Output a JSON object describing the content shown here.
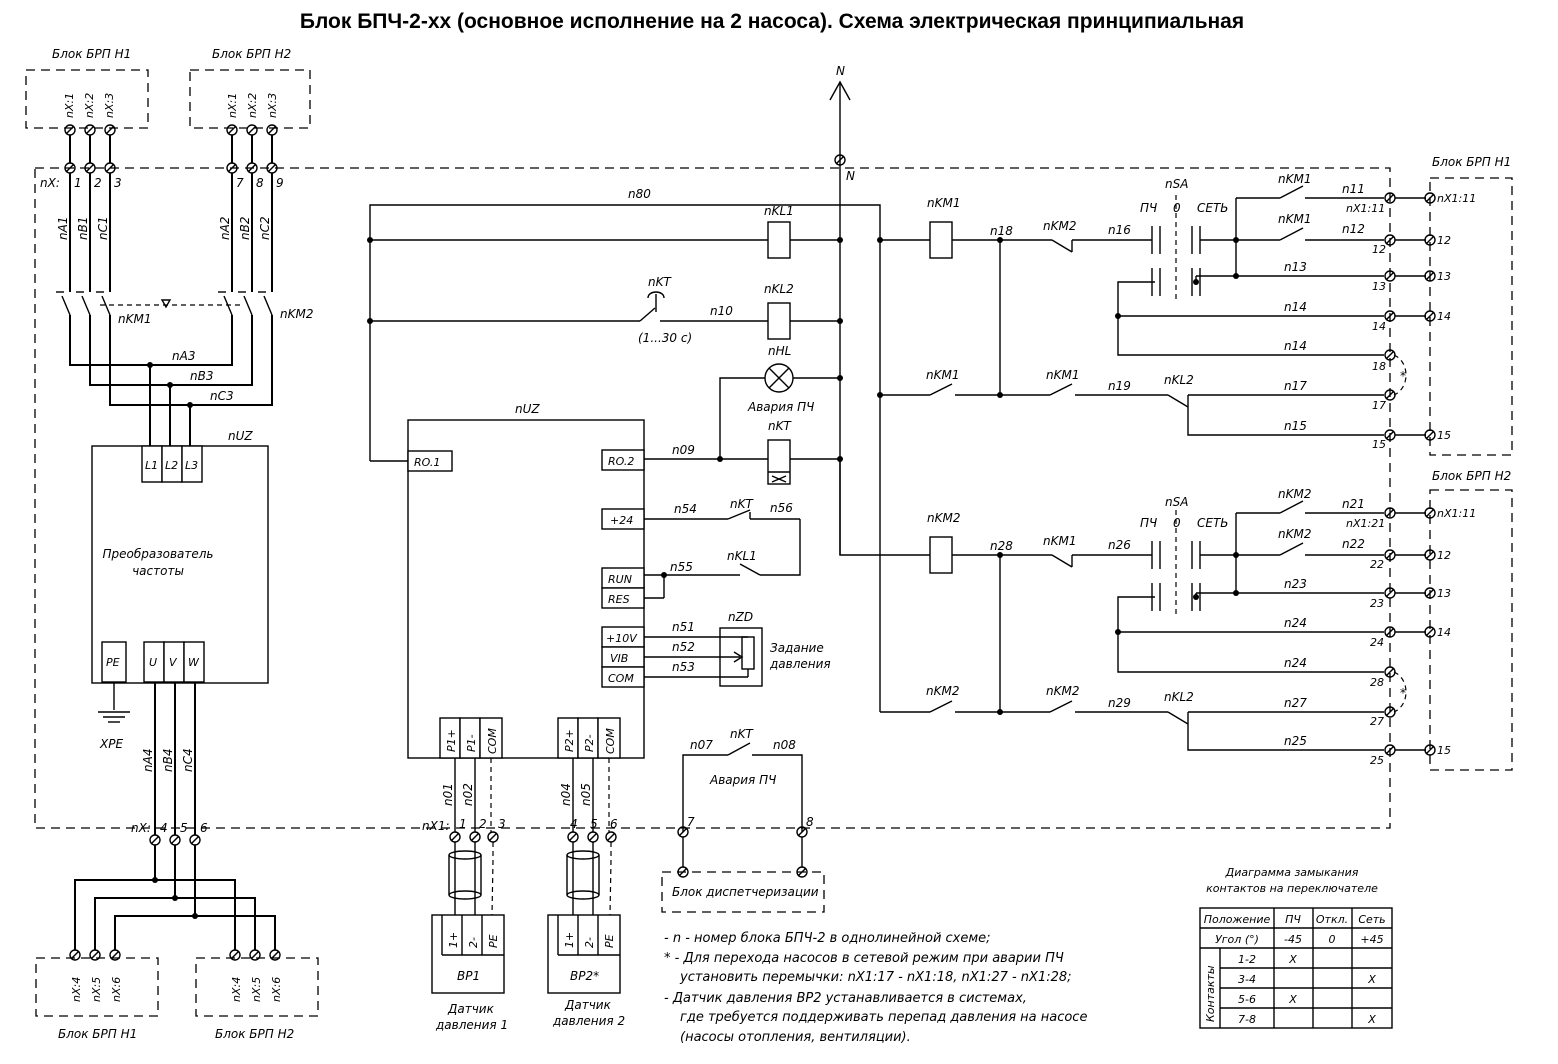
{
  "title": "Блок БПЧ-2-хх (основное исполнение на 2 насоса). Схема электрическая принципиальная",
  "blocks": {
    "brp_h1": "Блок БРП Н1",
    "brp_h2": "Блок БРП Н2",
    "dispatch": "Блок диспетчеризации"
  },
  "terminals": {
    "top_pins": [
      "nX:1",
      "nX:2",
      "nX:3"
    ],
    "bot_pins": [
      "nX:4",
      "nX:5",
      "nX:6"
    ],
    "nx_prefix": "nX:",
    "nx1_prefix": "nX1:",
    "nx_top_nums": [
      "1",
      "2",
      "3",
      "7",
      "8",
      "9"
    ],
    "nx_bot_nums": [
      "4",
      "5",
      "6"
    ],
    "nx1_bot_nums": [
      "1",
      "2",
      "3",
      "4",
      "5",
      "6",
      "7",
      "8"
    ],
    "h1_outer": [
      "nX1:11",
      "12",
      "13",
      "14",
      "15"
    ],
    "h1_inner": [
      "nX1:11",
      "12",
      "13",
      "14",
      "18",
      "17",
      "15"
    ],
    "h2_inner": [
      "nX1:21",
      "22",
      "23",
      "24",
      "28",
      "27",
      "25"
    ]
  },
  "wires": {
    "phase_in_1": [
      "nA1",
      "nB1",
      "nC1"
    ],
    "phase_in_2": [
      "nA2",
      "nB2",
      "nC2"
    ],
    "phase_mid": [
      "nA3",
      "nB3",
      "nC3"
    ],
    "phase_out": [
      "nA4",
      "nB4",
      "nC4"
    ],
    "n80": "n80",
    "n10": "n10",
    "n09": "n09",
    "n54": "n54",
    "n56": "n56",
    "n55": "n55",
    "n51": "n51",
    "n52": "n52",
    "n53": "n53",
    "sensor1": [
      "n01",
      "n02"
    ],
    "sensor2": [
      "n04",
      "n05"
    ],
    "n07": "n07",
    "n08": "n08",
    "h1": [
      "n18",
      "n16",
      "n11",
      "n12",
      "n13",
      "n14",
      "n14",
      "n19",
      "n17",
      "n15"
    ],
    "h2": [
      "n28",
      "n26",
      "n21",
      "n22",
      "n23",
      "n24",
      "n24",
      "n29",
      "n27",
      "n25"
    ]
  },
  "components": {
    "km1": "nKM1",
    "km2": "nKM2",
    "kl1": "nKL1",
    "kl2": "nKL2",
    "kt": "nKT",
    "kt_time": "(1...30 c)",
    "hl": "nHL",
    "hl_label": "Авария ПЧ",
    "uz": "nUZ",
    "sa": "nSA",
    "zd": "nZD",
    "zd_label_1": "Задание",
    "zd_label_2": "давления",
    "n_label": "N",
    "xpe": "XPE",
    "sa_positions": [
      "ПЧ",
      "0",
      "СЕТЬ"
    ],
    "alarm_label": "Авария ПЧ",
    "star": "*"
  },
  "vfd": {
    "label_1": "Преобразователь",
    "label_2": "частоты",
    "uz_label": "nUZ",
    "inputs": [
      "L1",
      "L2",
      "L3"
    ],
    "outputs": [
      "PE",
      "U",
      "V",
      "W"
    ]
  },
  "controller": {
    "ro1": "RO.1",
    "ro2": "RO.2",
    "p24": "+24",
    "run": "RUN",
    "res": "RES",
    "p10v": "+10V",
    "vib": "VIB",
    "com": "COM",
    "p1": [
      "P1+",
      "P1-",
      "COM"
    ],
    "p2": [
      "P2+",
      "P2-",
      "COM"
    ]
  },
  "sensors": {
    "bp1": "ВР1",
    "bp2": "ВР2*",
    "pins": [
      "1+",
      "2-",
      "PE"
    ],
    "caption_1": "Датчик",
    "caption_2a": "давления 1",
    "caption_2b": "давления 2"
  },
  "notes": [
    "- n - номер блока БПЧ-2 в однолинейной схеме;",
    "* - Для перехода насосов в сетевой режим при аварии ПЧ",
    "установить перемычки: nX1:17 - nX1:18, nX1:27 - nX1:28;",
    "- Датчик давления ВР2 устанавливается в системах,",
    "где требуется поддерживать перепад давления на насосе",
    "(насосы отопления, вентиляции)."
  ],
  "contact_table": {
    "title_1": "Диаграмма замыкания",
    "title_2": "контактов на переключателе",
    "headers": [
      "Положение",
      "ПЧ",
      "Откл.",
      "Сеть"
    ],
    "angle_row": [
      "Угол (°)",
      "-45",
      "0",
      "+45"
    ],
    "side_label": "Контакты",
    "rows": [
      {
        "label": "1-2",
        "cells": [
          "X",
          "",
          ""
        ]
      },
      {
        "label": "3-4",
        "cells": [
          "",
          "",
          "X"
        ]
      },
      {
        "label": "5-6",
        "cells": [
          "X",
          "",
          ""
        ]
      },
      {
        "label": "7-8",
        "cells": [
          "",
          "",
          "X"
        ]
      }
    ]
  }
}
